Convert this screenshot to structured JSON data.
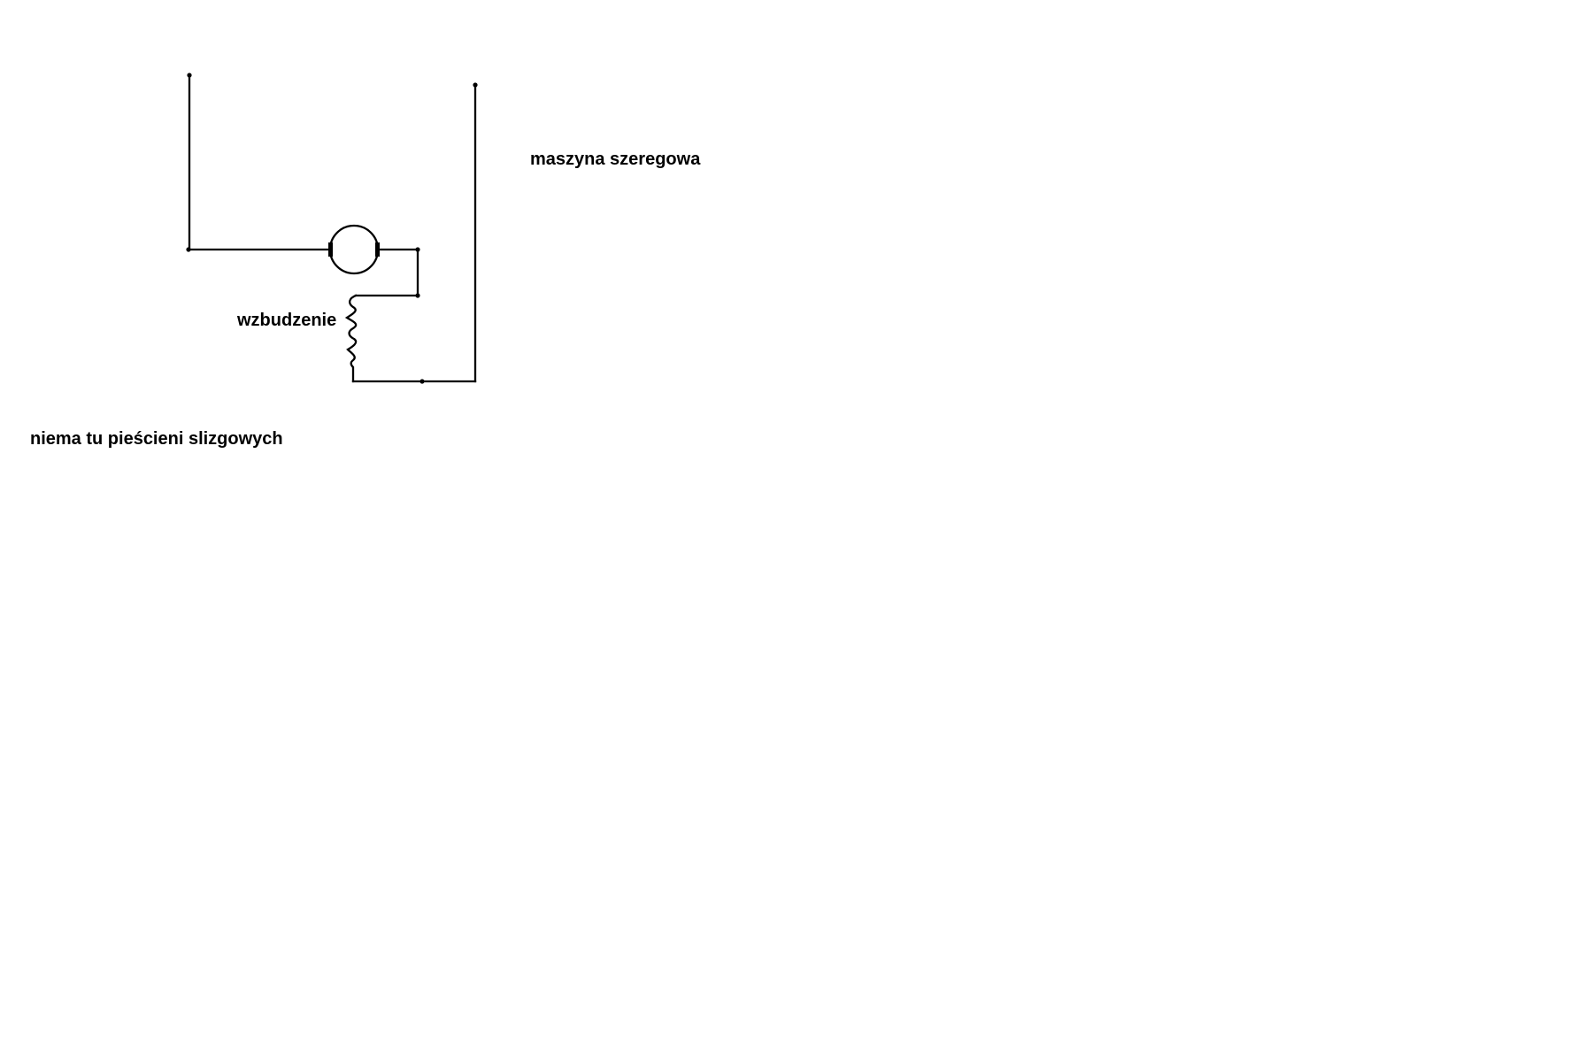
{
  "diagram": {
    "machine_label": "maszyna szeregowa",
    "field_winding_label": "wzbudzenie",
    "note": "niema tu pieścieni slizgowych",
    "components": {
      "armature": "motor-armature-icon",
      "field_winding": "inductor-coil-icon"
    },
    "colors": {
      "ink": "#000000",
      "background": "#ffffff"
    }
  }
}
